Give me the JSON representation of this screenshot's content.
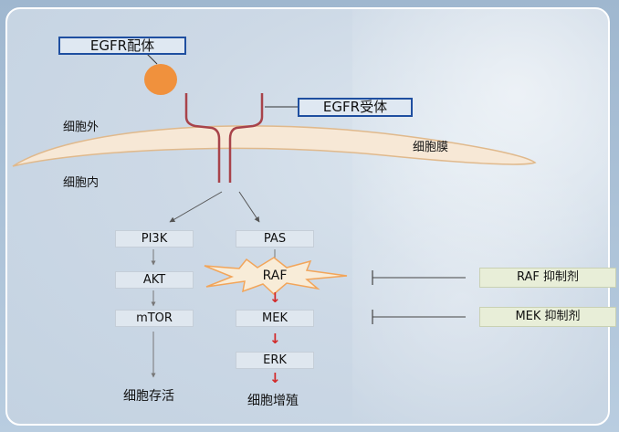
{
  "ligand_label": "EGFR配体",
  "receptor_label": "EGFR受体",
  "extracellular": "细胞外",
  "membrane": "细胞膜",
  "intracellular": "细胞内",
  "pi3k_path": {
    "nodes": [
      "PI3K",
      "AKT",
      "mTOR"
    ],
    "outcome": "细胞存活"
  },
  "ras_path": {
    "nodes": [
      "PAS",
      "RAF",
      "MEK",
      "ERK"
    ],
    "outcome": "细胞增殖"
  },
  "inhibitors": {
    "raf": "RAF 抑制剂",
    "mek": "MEK 抑制剂"
  },
  "colors": {
    "ligand": "#f0913d",
    "receptor": "#a8434a",
    "label_border": "#1f4fa0",
    "raf_burst": "#f2a55a",
    "red_arrow": "#d22a2a",
    "membrane_fill": "#f7e8d6"
  },
  "arrow_glyph": "↓"
}
